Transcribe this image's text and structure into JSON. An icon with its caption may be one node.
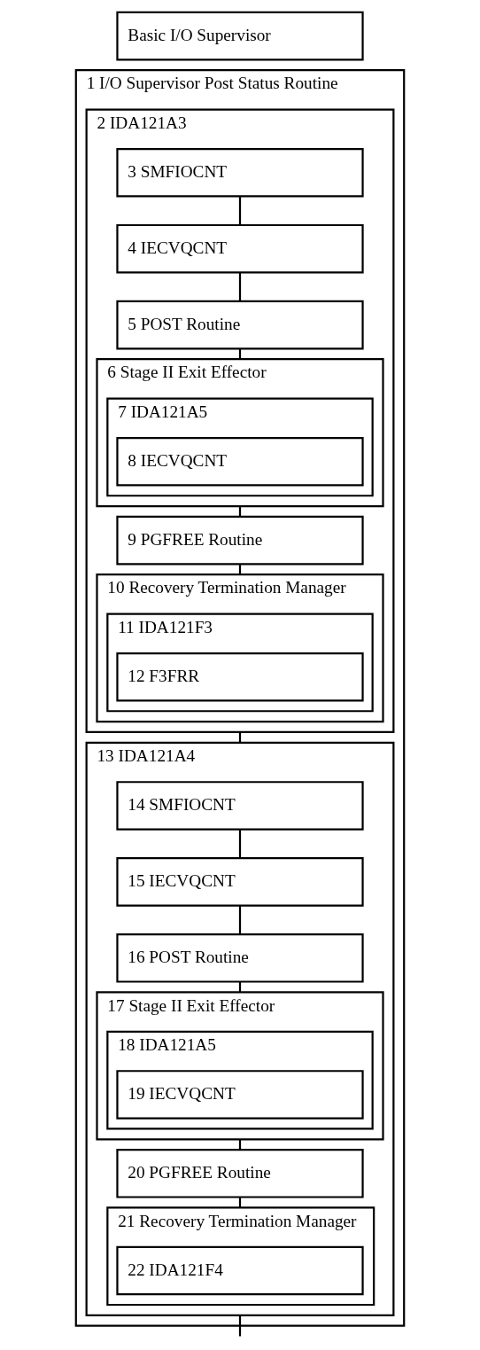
{
  "diagram": {
    "nodes": [
      {
        "text": [
          "Basic I/O Supervisor"
        ]
      },
      {
        "text": [
          "1 I/O Supervisor Post Status Routine"
        ]
      },
      {
        "text": [
          "2 IDA121A3"
        ],
        "in": 1
      },
      {
        "text": [
          "3 SMFIOCNT"
        ],
        "in": 2
      },
      {
        "text": [
          "4 IECVQCNT"
        ],
        "in": 2
      },
      {
        "text": [
          "5 POST Routine"
        ],
        "in": 2
      },
      {
        "text": [
          "6 Stage II Exit Effector"
        ],
        "in": 2
      },
      {
        "text": [
          "7 IDA121A5"
        ],
        "in": 6
      },
      {
        "text": [
          "8 IECVQCNT"
        ],
        "in": 7
      },
      {
        "text": [
          "9 PGFREE Routine"
        ],
        "in": 2
      },
      {
        "text": [
          "10 Recovery Termination Manager"
        ],
        "in": 2
      },
      {
        "text": [
          "11 IDA121F3"
        ],
        "in": 10
      },
      {
        "text": [
          "12 F3FRR"
        ],
        "in": 11
      },
      {
        "text": [
          "13 IDA121A4"
        ],
        "in": 1
      },
      {
        "text": [
          "14 SMFIOCNT"
        ],
        "in": 13
      },
      {
        "text": [
          "15 IECVQCNT"
        ],
        "in": 13
      },
      {
        "text": [
          "16 POST Routine"
        ],
        "in": 13
      },
      {
        "text": [
          "17 Stage II Exit Effector"
        ],
        "in": 13
      },
      {
        "text": [
          "18 IDA121A5"
        ],
        "in": 17
      },
      {
        "text": [
          "19 IECVQCNT"
        ],
        "in": 18
      },
      {
        "text": [
          "20 PGFREE Routine"
        ],
        "in": 13
      },
      {
        "text": [
          "21 Recovery Termination Manager"
        ],
        "in": 13
      },
      {
        "text": [
          "22 IDA121F4"
        ],
        "in": 21
      }
    ],
    "edges": [
      {
        "from": 3,
        "to": 4,
        "arrow": "none"
      },
      {
        "from": 4,
        "to": 5,
        "arrow": "none"
      },
      {
        "from": 5,
        "to": 6,
        "arrow": "none"
      },
      {
        "from": 6,
        "to": 9,
        "arrow": "none"
      },
      {
        "from": 9,
        "to": 10,
        "arrow": "none"
      },
      {
        "from": 2,
        "to": 13,
        "arrow": "none"
      },
      {
        "from": 14,
        "to": 15,
        "arrow": "none"
      },
      {
        "from": 15,
        "to": 16,
        "arrow": "none"
      },
      {
        "from": 16,
        "to": 17,
        "arrow": "none"
      },
      {
        "from": 17,
        "to": 20,
        "arrow": "none"
      },
      {
        "from": 20,
        "to": 21,
        "arrow": "none"
      },
      {
        "from": 13,
        "to": null,
        "arrow": "none"
      }
    ]
  }
}
